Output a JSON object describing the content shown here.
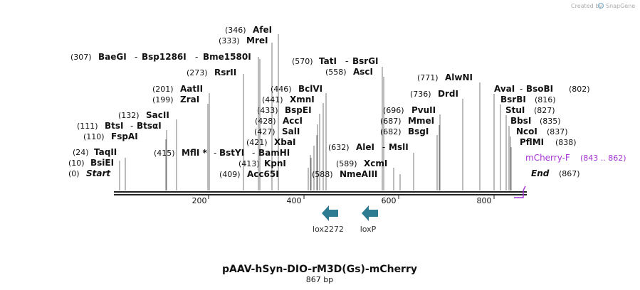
{
  "credit": {
    "text": "Created by",
    "brand": "SnapGene"
  },
  "title": "pAAV-hSyn-DIO-rM3D(Gs)-mCherry",
  "length_label": "867 bp",
  "ruler_ticks": [
    "200",
    "400",
    "600",
    "800"
  ],
  "sites": {
    "start": {
      "pos": "(0)",
      "name": "Start"
    },
    "end": {
      "pos": "(867)",
      "name": "End"
    },
    "bsiei": {
      "pos": "(10)",
      "name": "BsiEI"
    },
    "taqii": {
      "pos": "(24)",
      "name": "TaqII"
    },
    "fspai": {
      "pos": "(110)",
      "name": "FspAI"
    },
    "btsi": {
      "pos": "(111)",
      "name": "BtsI",
      "alt": "BtsαI"
    },
    "sacii": {
      "pos": "(132)",
      "name": "SacII"
    },
    "zrai": {
      "pos": "(199)",
      "name": "ZraI"
    },
    "aatii": {
      "pos": "(201)",
      "name": "AatII"
    },
    "rsrii": {
      "pos": "(273)",
      "name": "RsrII"
    },
    "baegi": {
      "pos": "(307)",
      "name": "BaeGI",
      "alt1": "Bsp1286I",
      "alt2": "Bme1580I"
    },
    "mrei": {
      "pos": "(333)",
      "name": "MreI"
    },
    "afei": {
      "pos": "(346)",
      "name": "AfeI"
    },
    "acc65i": {
      "pos": "(409)",
      "name": "Acc65I"
    },
    "kpni": {
      "pos": "(413)",
      "name": "KpnI"
    },
    "mfli": {
      "pos": "(415)",
      "name": "MflI *",
      "alt1": "BstYI",
      "alt2": "BamHI"
    },
    "xbai": {
      "pos": "(421)",
      "name": "XbaI"
    },
    "sali": {
      "pos": "(427)",
      "name": "SalI"
    },
    "acci": {
      "pos": "(428)",
      "name": "AccI"
    },
    "bspei": {
      "pos": "(433)",
      "name": "BspEI"
    },
    "xmni": {
      "pos": "(441)",
      "name": "XmnI"
    },
    "bclvi": {
      "pos": "(446)",
      "name": "BclVI"
    },
    "ascI": {
      "pos": "(558)",
      "name": "AscI"
    },
    "tati": {
      "pos": "(570)",
      "name": "TatI",
      "alt": "BsrGI"
    },
    "nmeaiii": {
      "pos": "(588)",
      "name": "NmeAIII"
    },
    "xcmi": {
      "pos": "(589)",
      "name": "XcmI"
    },
    "alei": {
      "pos": "(632)",
      "name": "AleI",
      "alt": "MslI"
    },
    "bsgi": {
      "pos": "(682)",
      "name": "BsgI"
    },
    "mmei": {
      "pos": "(687)",
      "name": "MmeI"
    },
    "pvuii": {
      "pos": "(696)",
      "name": "PvuII"
    },
    "drdi": {
      "pos": "(736)",
      "name": "DrdI"
    },
    "alwni": {
      "pos": "(771)",
      "name": "AlwNI"
    },
    "avai": {
      "pos": "(802)",
      "name": "AvaI",
      "alt": "BsoBI"
    },
    "bsrbi": {
      "pos": "(816)",
      "name": "BsrBI"
    },
    "stui": {
      "pos": "(827)",
      "name": "StuI"
    },
    "bbsi": {
      "pos": "(835)",
      "name": "BbsI"
    },
    "ncoi": {
      "pos": "(837)",
      "name": "NcoI"
    },
    "pflmi": {
      "pos": "(838)",
      "name": "PflMI"
    }
  },
  "primer": {
    "name": "mCherry-F",
    "range": "(843 .. 862)"
  },
  "features": {
    "lox2272": "lox2272",
    "loxp": "loxP"
  },
  "colors": {
    "feature_arrow": "#2e7c91",
    "primer": "#a333d6",
    "backbone": "#222222",
    "credit": "#aaaaaa"
  }
}
